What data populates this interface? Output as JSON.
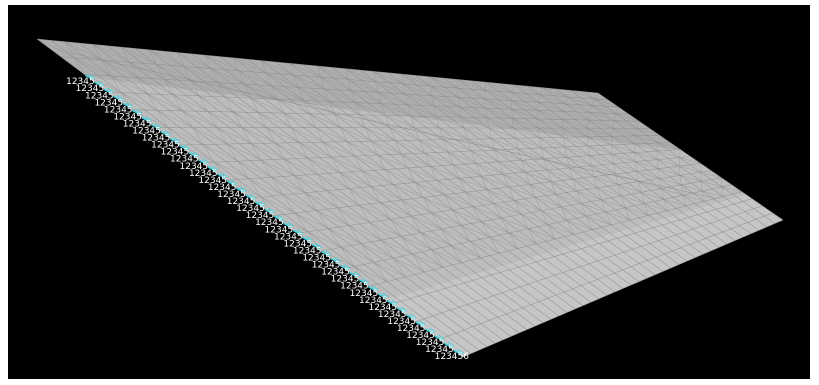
{
  "viewport": {
    "background_color": "#000000",
    "mesh_fill_color": "#bdbdbd",
    "mesh_line_color": "#8c8c8c",
    "constraint_marker_color": "#3fd3df",
    "label_text_color": "#ffffff"
  },
  "constraint_edge": {
    "node_labels": [
      "12345",
      "12345",
      "12345",
      "12345",
      "12345",
      "12345",
      "12345",
      "12345",
      "12345",
      "12345",
      "12345",
      "12345",
      "12345",
      "12345",
      "12345",
      "12345",
      "12345",
      "12345",
      "12345",
      "12345",
      "12345",
      "12345",
      "12345",
      "12345",
      "12345",
      "12345",
      "12345",
      "12345",
      "12345",
      "12345",
      "12345",
      "12345",
      "12345",
      "12345",
      "12345",
      "12345",
      "12345",
      "12345",
      "12345",
      "123456"
    ]
  }
}
